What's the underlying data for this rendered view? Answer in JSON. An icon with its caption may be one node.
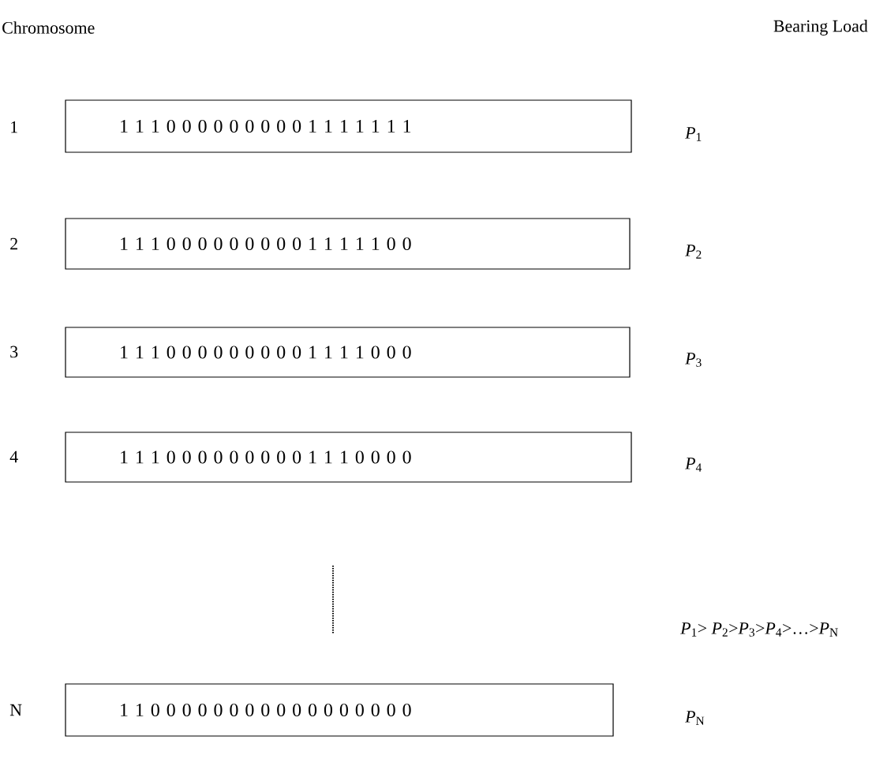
{
  "diagram": {
    "nodes": [
      {
        "text": [
          "1 1 1 0 0 0 0 0 0 0 0 0 1 1 1 1 1 1 1"
        ]
      },
      {
        "text": [
          "1 1 1 0 0 0 0 0 0 0 0 0 1 1 1 1 1 0 0"
        ]
      },
      {
        "text": [
          "1 1 1 0 0 0 0 0 0 0 0 0 1 1 1 1 0 0 0"
        ]
      },
      {
        "text": [
          "1 1 1 0 0 0 0 0 0 0 0 0 1 1 1 0 0 0 0"
        ]
      },
      {
        "text": [
          "1 1 0 0 0 0 0 0 0 0 0 0 0 0 0 0 0 0 0"
        ]
      }
    ],
    "edges": [],
    "labels": [
      "Chromosome",
      "Bearing Load",
      "1",
      "*P*$_{1}$",
      "2",
      "*P*$_{2}$",
      "3",
      "*P*$_{3}$",
      "4",
      "*P*$_{4}$",
      "*P*$_{1}$> *P*$_{2}$>*P*$_{3}$>*P*$_{4}$>…>*P*$_{N}$",
      "N",
      "*P*$_{N}$"
    ]
  }
}
